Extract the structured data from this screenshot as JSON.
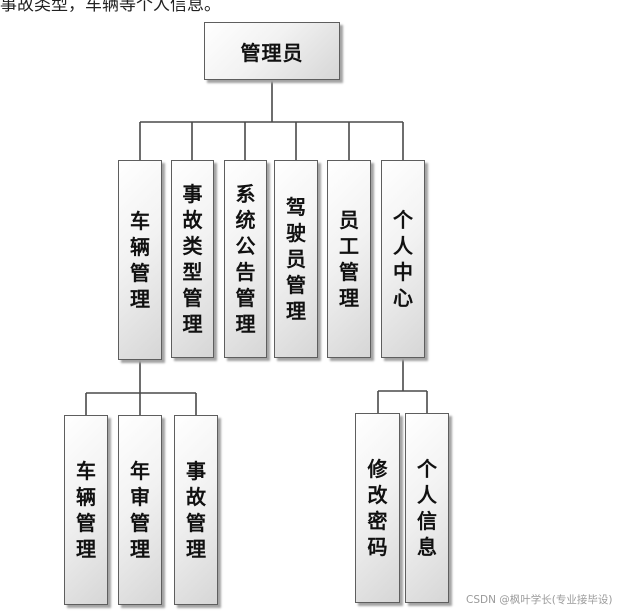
{
  "header_text": "事故类型，车辆等个人信息。",
  "diagram": {
    "root": {
      "label": "管理员",
      "children": [
        {
          "label": "车辆管理",
          "children": [
            {
              "label": "车辆管理"
            },
            {
              "label": "年审管理"
            },
            {
              "label": "事故管理"
            }
          ]
        },
        {
          "label": "事故类型管理"
        },
        {
          "label": "系统公告管理"
        },
        {
          "label": "驾驶员管理"
        },
        {
          "label": "员工管理"
        },
        {
          "label": "个人中心",
          "children": [
            {
              "label": "修改密码"
            },
            {
              "label": "个人信息"
            }
          ]
        }
      ]
    }
  },
  "watermark": "CSDN @枫叶学长(专业接毕设)"
}
